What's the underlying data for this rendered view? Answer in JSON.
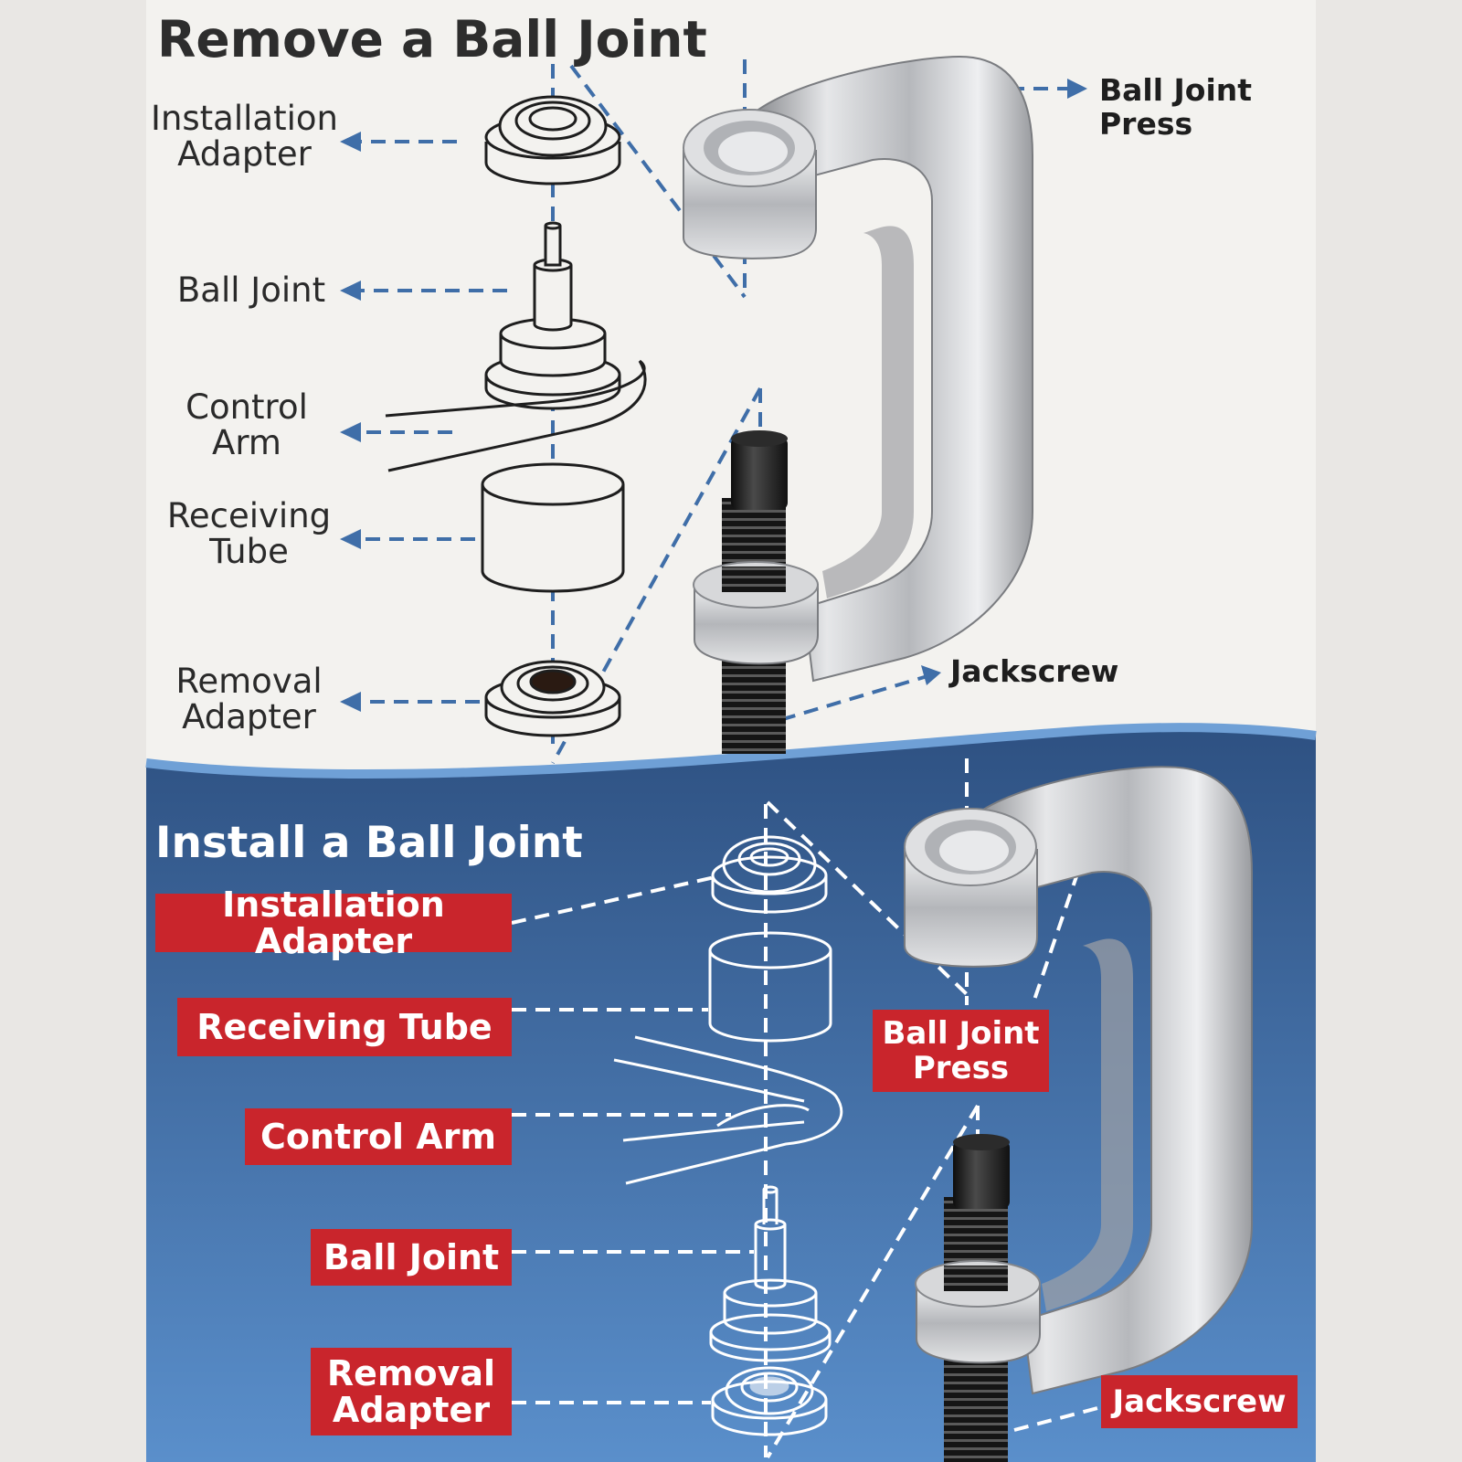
{
  "colors": {
    "background": "#e9e7e4",
    "install_panel": "#3f6ea8",
    "label_red": "#c9252c",
    "leader_blue": "#3f6ea8"
  },
  "remove": {
    "title": "Remove a Ball Joint",
    "labels": {
      "installation_adapter": "Installation\nAdapter",
      "ball_joint": "Ball Joint",
      "control_arm": "Control\nArm",
      "receiving_tube": "Receiving\nTube",
      "removal_adapter": "Removal\nAdapter",
      "ball_joint_press": "Ball Joint\nPress",
      "jackscrew": "Jackscrew"
    }
  },
  "install": {
    "title": "Install a Ball Joint",
    "labels": {
      "installation_adapter": "Installation Adapter",
      "receiving_tube": "Receiving Tube",
      "control_arm": "Control Arm",
      "ball_joint": "Ball Joint",
      "removal_adapter": "Removal\nAdapter",
      "ball_joint_press": "Ball Joint\nPress",
      "jackscrew": "Jackscrew"
    }
  },
  "icons": [
    "c-clamp-press-icon",
    "jackscrew-icon",
    "adapter-ring-icon",
    "receiving-tube-icon",
    "ball-joint-icon",
    "control-arm-icon"
  ]
}
